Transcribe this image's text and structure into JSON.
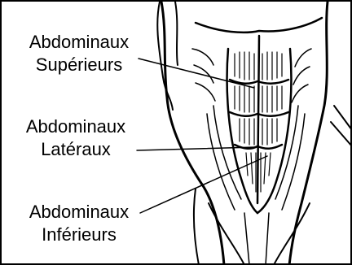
{
  "labels": {
    "superieurs": {
      "line1": "Abdominaux",
      "line2": "Supérieurs"
    },
    "lateraux": {
      "line1": "Abdominaux",
      "line2": "Latéraux"
    },
    "inferieurs": {
      "line1": "Abdominaux",
      "line2": "Inférieurs"
    }
  },
  "colors": {
    "ink": "#000000",
    "paper": "#ffffff"
  }
}
